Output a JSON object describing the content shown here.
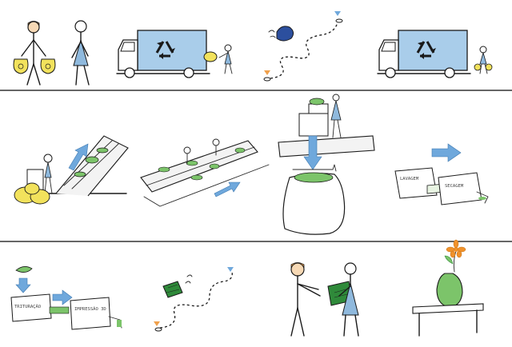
{
  "labels": {
    "lavagem": "LAVAGEM",
    "secagem": "SECAGEM",
    "trituracao": "TRITURAÇÃO",
    "impressao": "IMPRESSÃO 3D"
  },
  "colors": {
    "truck_blue": "#a9cdea",
    "bag_yellow": "#f2e25c",
    "arrow_blue": "#6fa8dc",
    "plastic_green": "#7cc46a",
    "dark_green": "#2f8a3a",
    "hair_orange": "#f0a04b",
    "dress_blue": "#8fb9dd",
    "flower_orange": "#f0922b"
  },
  "icons": [
    "recycle-icon",
    "location-pin-icon",
    "arrow-icon"
  ]
}
